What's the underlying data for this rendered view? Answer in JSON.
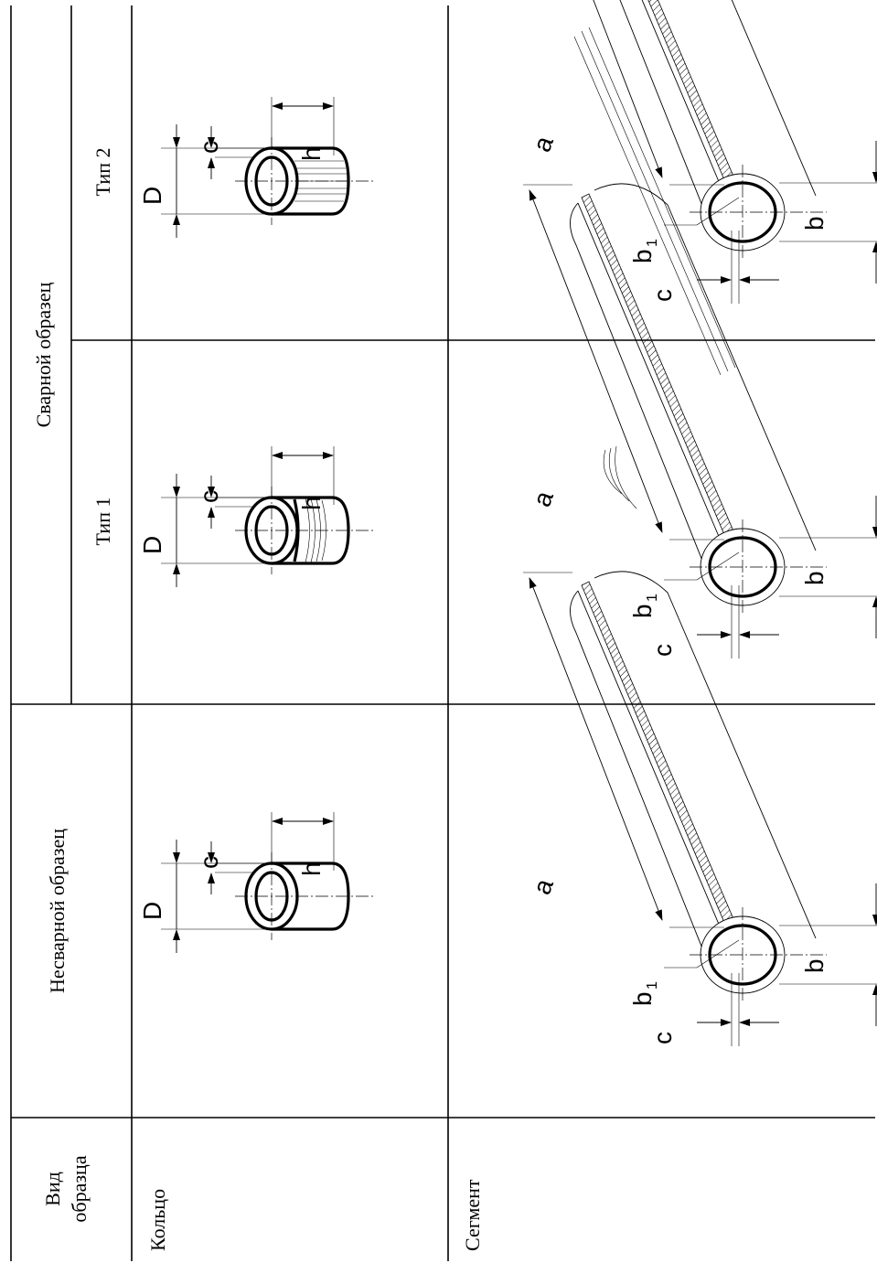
{
  "table": {
    "header_specimen_type": "Вид образца",
    "col_unwelded": "Несварной образец",
    "col_welded": "Сварной образец",
    "welded_type1": "Тип 1",
    "welded_type2": "Тип 2",
    "row_ring": "Кольцо",
    "row_segment": "Сегмент"
  },
  "dims": {
    "D": "D",
    "c": "c",
    "h": "h",
    "a": "a",
    "b": "b",
    "b1": "b",
    "b1_sub": "1",
    "c_seg": "c"
  },
  "colors": {
    "ink": "#000000",
    "paper": "#ffffff"
  },
  "icons": [
    "ring-specimen-drawing",
    "segment-specimen-drawing"
  ]
}
